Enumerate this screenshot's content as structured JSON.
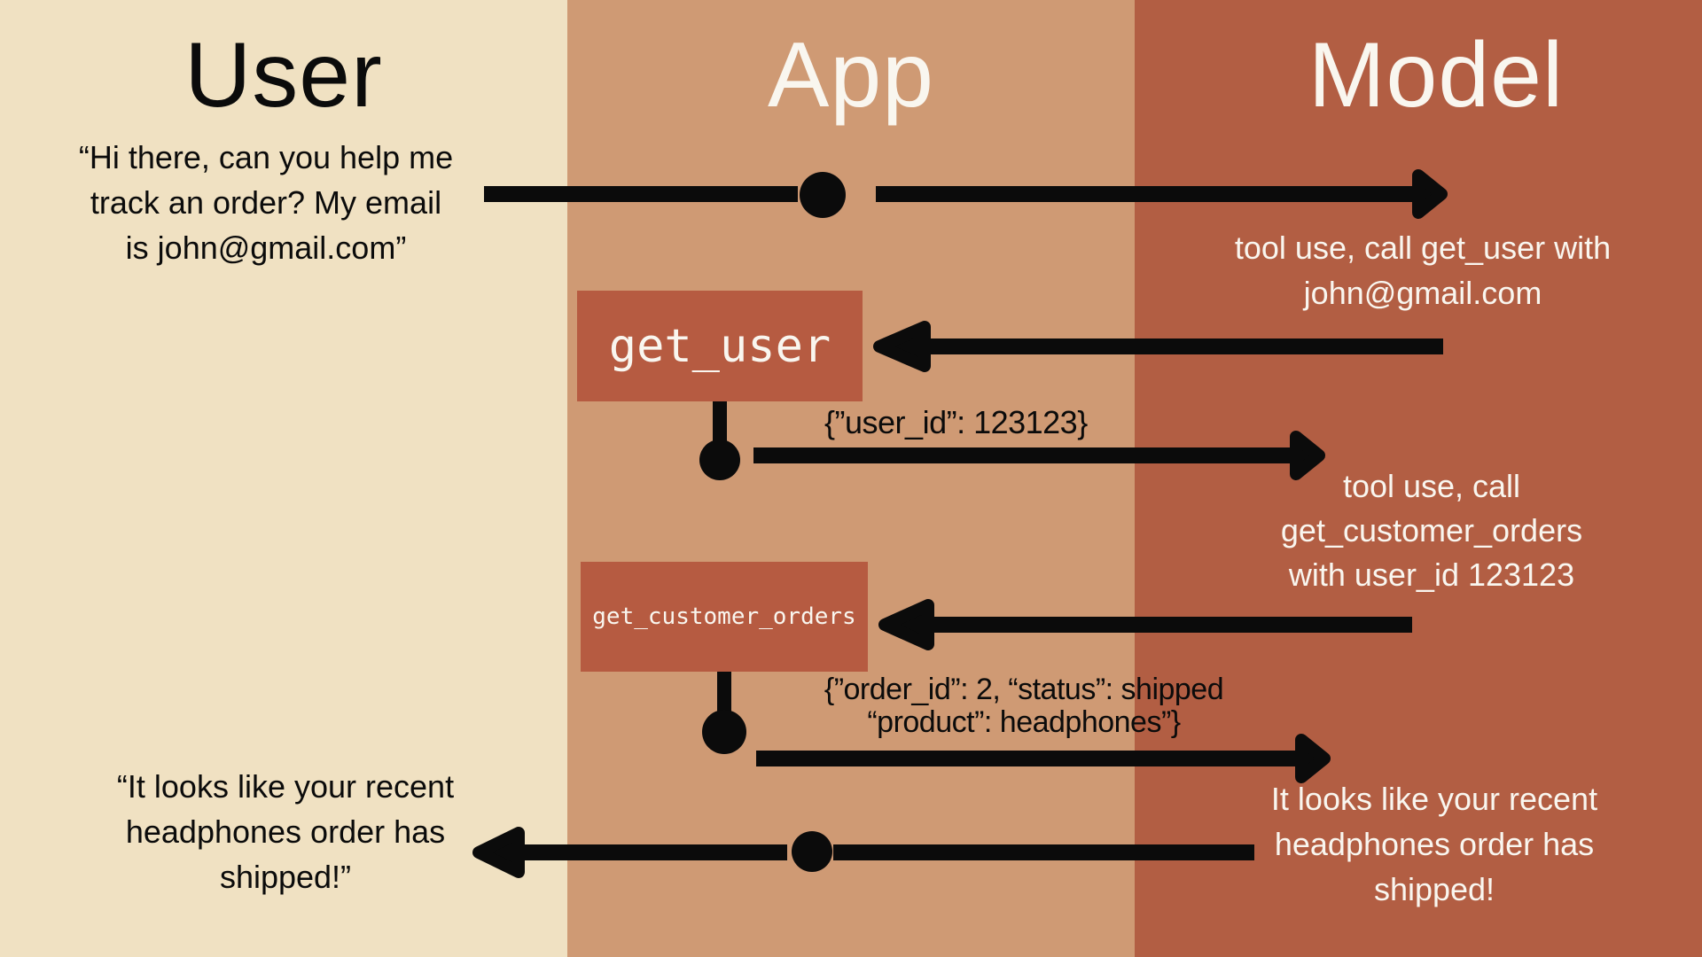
{
  "diagram_title": "Tool use sequence: User, App, Model",
  "colors": {
    "user_lane_bg": "#f0e1c2",
    "app_lane_bg": "#cf9a74",
    "model_lane_bg": "#b25e43",
    "tool_box_bg": "#b65b41",
    "ink_black": "#0b0b0b",
    "ink_white": "#f9f6ef"
  },
  "lanes": {
    "user": {
      "title": "User"
    },
    "app": {
      "title": "App"
    },
    "model": {
      "title": "Model"
    }
  },
  "texts": {
    "user_request": {
      "line1": "“Hi there, can you help me",
      "line2": "track an order? My email",
      "line3": "is john@gmail.com”"
    },
    "model_call_1": {
      "line1": "tool use, call get_user with",
      "line2": "john@gmail.com"
    },
    "tool_1": {
      "name": "get_user",
      "result": "{”user_id”: 123123}"
    },
    "model_call_2": {
      "line1": "tool use, call",
      "line2": "get_customer_orders",
      "line3": "with user_id 123123"
    },
    "tool_2": {
      "name": "get_customer_orders",
      "result_line1": "{”order_id”: 2, “status”: shipped",
      "result_line2": "“product”: headphones”}"
    },
    "model_reply": {
      "line1": "It looks like your recent",
      "line2": "headphones order has",
      "line3": "shipped!"
    },
    "user_reply": {
      "line1": "“It looks like your recent",
      "line2": "headphones order has",
      "line3": "shipped!”"
    }
  }
}
